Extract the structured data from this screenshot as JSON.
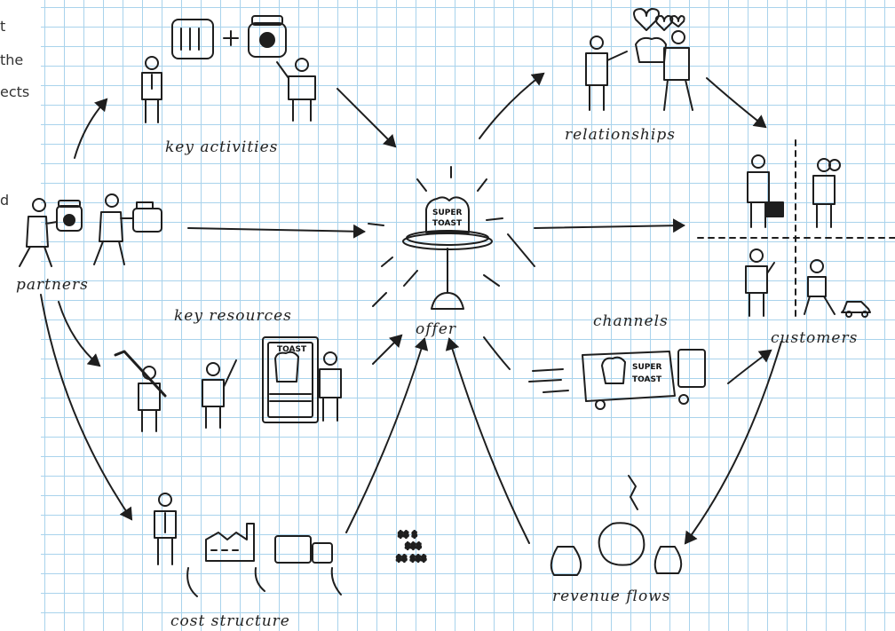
{
  "labels": {
    "key_activities": "key activities",
    "relationships": "relationships",
    "partners": "partners",
    "key_resources": "key resources",
    "offer": "offer",
    "channels": "channels",
    "customers": "customers",
    "cost_structure": "cost structure",
    "revenue_flows": "revenue flows"
  },
  "product_text": {
    "offer_line1": "SUPER",
    "offer_line2": "TOAST",
    "channel_line1": "SUPER",
    "channel_line2": "TOAST",
    "resource_label": "TOAST"
  },
  "left_margin_text": [
    "t",
    "the",
    "ects",
    "d"
  ],
  "colors": {
    "grid": "#a9d3ec",
    "ink": "#1e1e1e"
  },
  "icons": [
    "toaster-icon",
    "jam-jar-icon",
    "heart-icon",
    "person-icon",
    "factory-icon",
    "truck-icon",
    "money-bag-icon",
    "bread-icon"
  ]
}
